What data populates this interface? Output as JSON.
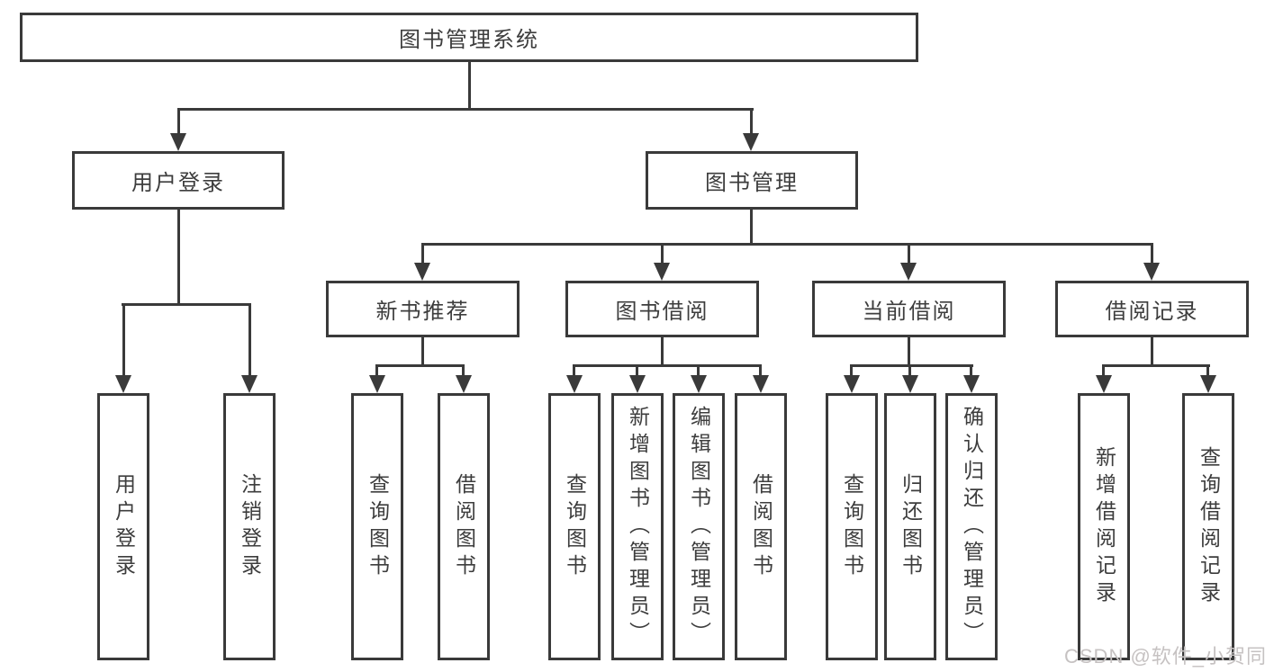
{
  "colors": {
    "line": "#3a3a3a",
    "text": "#3d3d3d",
    "watermark": "#c6c2c2"
  },
  "watermark": "CSDN @软件_小贺同学",
  "tree": {
    "root": {
      "label": "图书管理系统"
    },
    "branches": [
      {
        "label": "用户登录",
        "children": [
          "用户登录",
          "注销登录"
        ]
      },
      {
        "label": "图书管理",
        "sections": [
          {
            "label": "新书推荐",
            "children": [
              "查询图书",
              "借阅图书"
            ]
          },
          {
            "label": "图书借阅",
            "children": [
              "查询图书",
              "新增图书（管理员）",
              "编辑图书（管理员）",
              "借阅图书"
            ]
          },
          {
            "label": "当前借阅",
            "children": [
              "查询图书",
              "归还图书",
              "确认归还（管理员）"
            ]
          },
          {
            "label": "借阅记录",
            "children": [
              "新增借阅记录",
              "查询借阅记录"
            ]
          }
        ]
      }
    ]
  }
}
